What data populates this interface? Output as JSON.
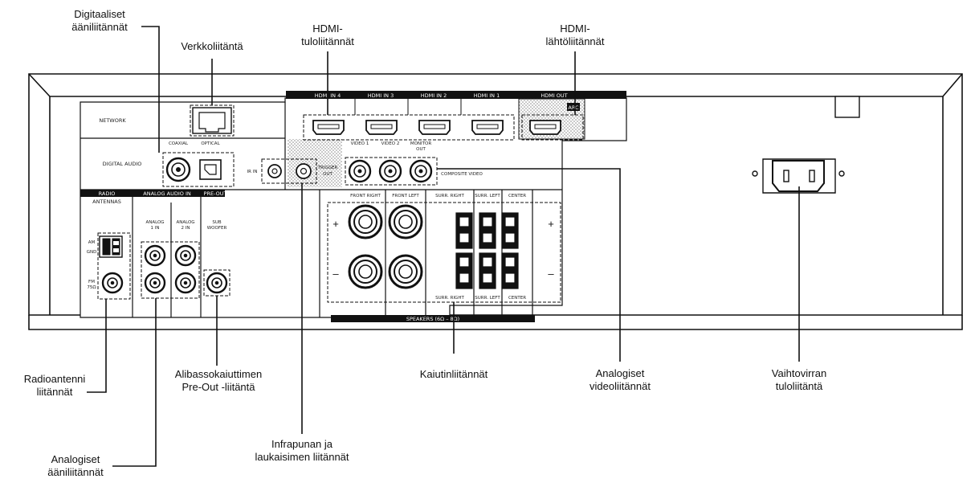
{
  "callouts": {
    "digital_audio": [
      "Digitaaliset",
      "ääniliitännät"
    ],
    "network": [
      "Verkkoliitäntä"
    ],
    "hdmi_in": [
      "HDMI-",
      "tuloliitännät"
    ],
    "hdmi_out": [
      "HDMI-",
      "lähtöliitännät"
    ],
    "radio": [
      "Radioantenni",
      "liitännät"
    ],
    "subwoofer": [
      "Alibassokaiuttimen",
      "Pre-Out -liitäntä"
    ],
    "analog_audio": [
      "Analogiset",
      "ääniliitännät"
    ],
    "ir_trigger": [
      "Infrapunan ja",
      "laukaisimen liitännät"
    ],
    "speakers": [
      "Kaiutinliitännät"
    ],
    "analog_video": [
      "Analogiset",
      "videoliitännät"
    ],
    "ac_in": [
      "Vaihtovirran",
      "tuloliitäntä"
    ]
  },
  "panel": {
    "network": "NETWORK",
    "digital_audio": "DIGITAL AUDIO",
    "coaxial": "COAXIAL",
    "optical": "OPTICAL",
    "ir_in": "IR IN",
    "trigger_out": [
      "TRIGGER",
      "OUT"
    ],
    "hdmi_in_4": "HDMI IN 4",
    "hdmi_in_3": "HDMI IN 3",
    "hdmi_in_2": "HDMI IN 2",
    "hdmi_in_1": "HDMI IN 1",
    "hdmi_out": "HDMI OUT",
    "arc": "ARC",
    "video_1": "VIDEO 1",
    "video_2": "VIDEO 2",
    "monitor_out": [
      "MONITOR",
      "OUT"
    ],
    "composite_video": "COMPOSITE VIDEO",
    "radio_antennas": [
      "RADIO",
      "ANTENNAS"
    ],
    "analog_audio_in": "ANALOG AUDIO IN",
    "pre_out": "PRE-OUT",
    "analog_1_in": [
      "ANALOG",
      "1 IN"
    ],
    "analog_2_in": [
      "ANALOG",
      "2 IN"
    ],
    "sub_woofer": [
      "SUB",
      "WOOFER"
    ],
    "am": "AM",
    "gnd": "GND",
    "fm_75": [
      "FM",
      "75Ω"
    ],
    "front_right": "FRONT RIGHT",
    "front_left": "FRONT LEFT",
    "surr_right": "SURR. RIGHT",
    "surr_left": "SURR. LEFT",
    "center": "CENTER",
    "plus": "+",
    "minus": "–",
    "speakers": "SPEAKERS (6Ω – 8Ω)"
  },
  "colors": {
    "ink": "#111111",
    "panel_fill": "#ffffff",
    "hatch": "#9a9a9a"
  }
}
